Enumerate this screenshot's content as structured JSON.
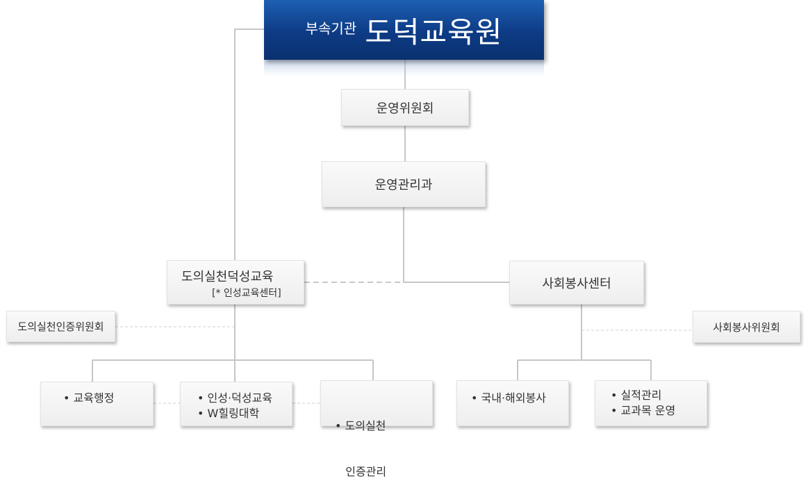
{
  "title": {
    "sub": "부속기관",
    "main": "도덕교육원"
  },
  "nodes": {
    "committee": "운영위원회",
    "office": "운영관리과",
    "moral_center": {
      "line1": "도의실천덕성교육",
      "line2": "[* 인성교육센터]"
    },
    "social_center": "사회봉사센터",
    "cert_committee": "도의실천인증위원회",
    "social_committee": "사회봉사위원회"
  },
  "leaves": {
    "edu_admin": [
      "• 교육행정"
    ],
    "character": [
      "• 인성·덕성교육",
      "• W힐링대학"
    ],
    "cert": [
      "• 도의실천",
      "   인증관리"
    ],
    "volunteer": [
      "• 국내·해외봉사"
    ],
    "performance": [
      "• 실적관리",
      "• 교과목 운영"
    ]
  }
}
